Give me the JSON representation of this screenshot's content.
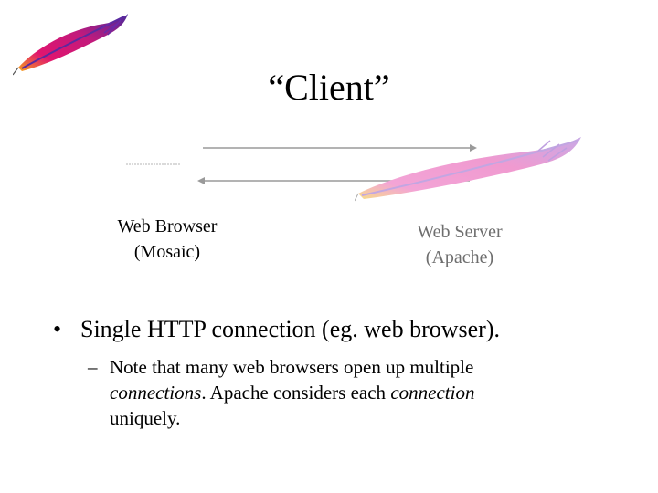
{
  "slide": {
    "title": "“Client”",
    "browser_label": {
      "line1": "Web Browser",
      "line2": "(Mosaic)"
    },
    "server_label": {
      "line1": "Web Server",
      "line2": "(Apache)"
    },
    "bullet": {
      "marker": "•",
      "text": "Single HTTP connection (eg. web browser)."
    },
    "sub_bullet": {
      "marker": "–",
      "line1": "Note that many web browsers open up multiple",
      "line2_italic_a": "connections",
      "line2_text": ". Apache considers each ",
      "line2_italic_b": "connection",
      "line3": "uniquely."
    }
  },
  "colors": {
    "feather_magenta": "#d8156e",
    "feather_purple": "#5a2aa0",
    "feather_pink_faded": "#f3a4d6",
    "feather_lilac_faded": "#c8a9e6",
    "arrow_gray": "#9a9a9a",
    "server_label_gray": "#6e6e6e"
  },
  "icons": [
    "apache-feather-icon",
    "arrow-right-icon",
    "arrow-left-icon"
  ]
}
